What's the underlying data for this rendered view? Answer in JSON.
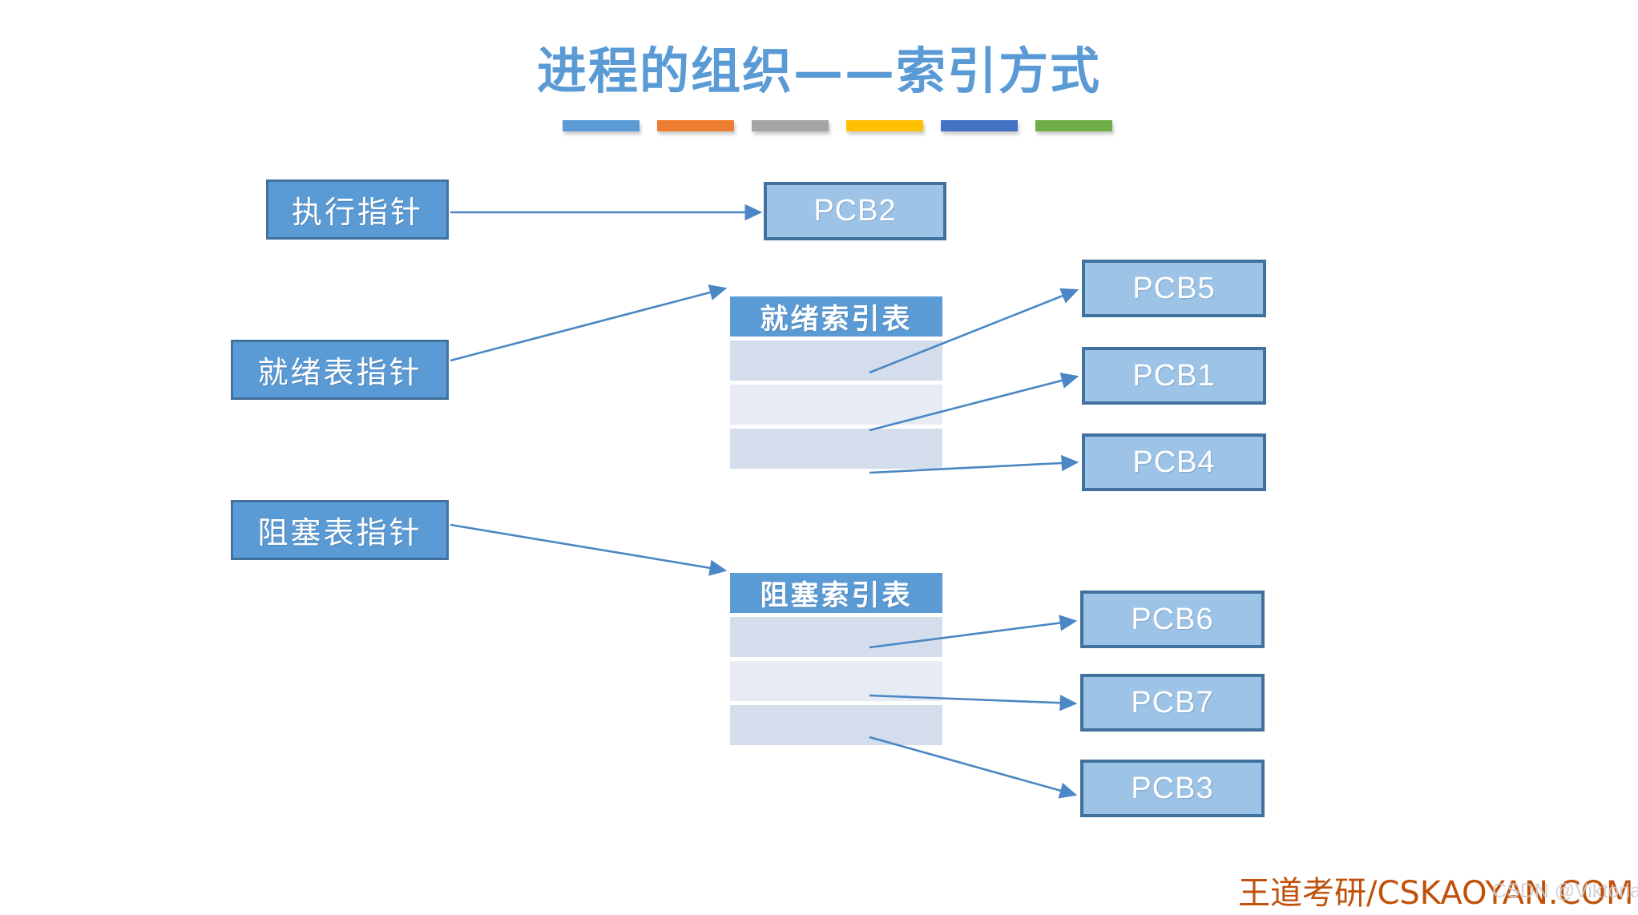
{
  "slide": {
    "title": "进程的组织——索引方式",
    "background": "#ffffff",
    "title_color": "#5b9bd5"
  },
  "accent_bars": [
    {
      "name": "accent-bar-blue",
      "color": "#5b9bd5"
    },
    {
      "name": "accent-bar-orange",
      "color": "#ed7d31"
    },
    {
      "name": "accent-bar-gray",
      "color": "#a5a5a5"
    },
    {
      "name": "accent-bar-yellow",
      "color": "#ffc000"
    },
    {
      "name": "accent-bar-darkblue",
      "color": "#4472c4"
    },
    {
      "name": "accent-bar-green",
      "color": "#70ad47"
    }
  ],
  "pointers": [
    {
      "label": "执行指针",
      "fill": "#5b9bd5",
      "border": "#41719c"
    },
    {
      "label": "就绪表指针",
      "fill": "#5b9bd5",
      "border": "#41719c"
    },
    {
      "label": "阻塞表指针",
      "fill": "#5b9bd5",
      "border": "#41719c"
    }
  ],
  "tables": [
    {
      "key": "ready",
      "header": "就绪索引表",
      "header_fill": "#5b9bd5",
      "rows": [
        "",
        "",
        ""
      ],
      "row_fills": [
        "#d3ddeb",
        "#e7ebf4",
        "#d3ddeb"
      ]
    },
    {
      "key": "blocked",
      "header": "阻塞索引表",
      "header_fill": "#5b9bd5",
      "rows": [
        "",
        "",
        ""
      ],
      "row_fills": [
        "#d3ddeb",
        "#e7ebf4",
        "#d3ddeb"
      ]
    }
  ],
  "pcbs": [
    {
      "label": "PCB2",
      "fill": "#9dc3e6",
      "border": "#41719c"
    },
    {
      "label": "PCB5",
      "fill": "#9dc3e6",
      "border": "#41719c"
    },
    {
      "label": "PCB1",
      "fill": "#9dc3e6",
      "border": "#41719c"
    },
    {
      "label": "PCB4",
      "fill": "#9dc3e6",
      "border": "#41719c"
    },
    {
      "label": "PCB6",
      "fill": "#9dc3e6",
      "border": "#41719c"
    },
    {
      "label": "PCB7",
      "fill": "#9dc3e6",
      "border": "#41719c"
    },
    {
      "label": "PCB3",
      "fill": "#9dc3e6",
      "border": "#41719c"
    }
  ],
  "connectors": {
    "color": "#4a87c4",
    "items": [
      {
        "name": "arrow-exec-to-pcb2"
      },
      {
        "name": "arrow-ready-ptr-to-ready-table"
      },
      {
        "name": "arrow-ready-row1-to-pcb5"
      },
      {
        "name": "arrow-ready-row2-to-pcb1"
      },
      {
        "name": "arrow-ready-row3-to-pcb4"
      },
      {
        "name": "arrow-blocked-ptr-to-blocked-table"
      },
      {
        "name": "arrow-blocked-row1-to-pcb6"
      },
      {
        "name": "arrow-blocked-row2-to-pcb7"
      },
      {
        "name": "arrow-blocked-row3-to-pcb3"
      }
    ]
  },
  "footer": {
    "brand": "王道考研/CSKAOYAN.COM",
    "brand_color": "#c0500a",
    "watermark": "CSDN @Viktoriae"
  }
}
